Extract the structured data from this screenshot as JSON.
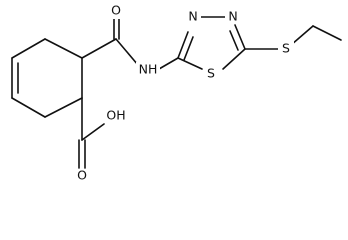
{
  "molecule": {
    "labels": {
      "carbonyl_oxygen": "O",
      "amide_nh": "NH",
      "thiadiazole_n_left": "N",
      "thiadiazole_n_right": "N",
      "ring_sulfur": "S",
      "thioether_sulfur": "S",
      "hydroxyl": "OH",
      "acid_oxygen": "O"
    }
  }
}
